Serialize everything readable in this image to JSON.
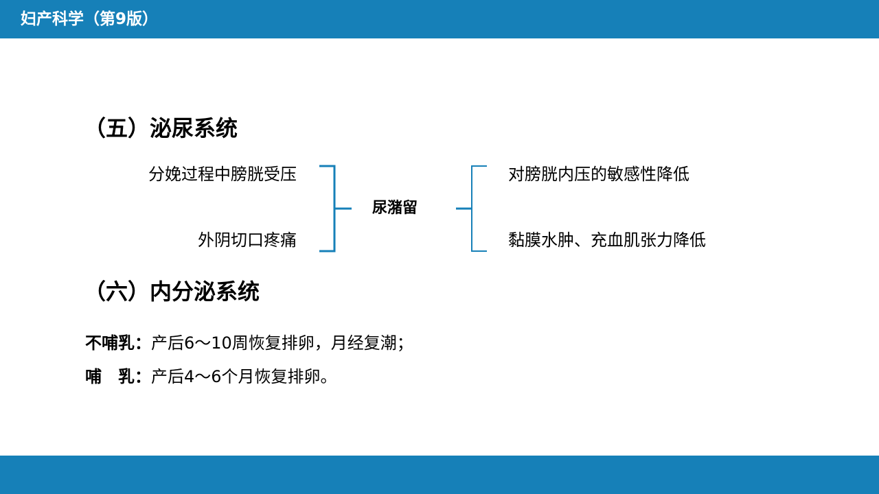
{
  "header": {
    "title": "妇产科学（第9版）",
    "bar_color": "#1680b8"
  },
  "sections": {
    "urinary": {
      "heading": "（五）泌尿系统",
      "causes": [
        "分娩过程中膀胱受压",
        "外阴切口疼痛"
      ],
      "center": "尿潴留",
      "effects": [
        "对膀胱内压的敏感性降低",
        "黏膜水肿、充血肌张力降低"
      ]
    },
    "endocrine": {
      "heading": "（六）内分泌系统",
      "lines": [
        {
          "label": "不哺乳：",
          "text": "产后6～10周恢复排卵，月经复潮；"
        },
        {
          "label": "哺　乳：",
          "text": "产后4～6个月恢复排卵。"
        }
      ]
    }
  }
}
